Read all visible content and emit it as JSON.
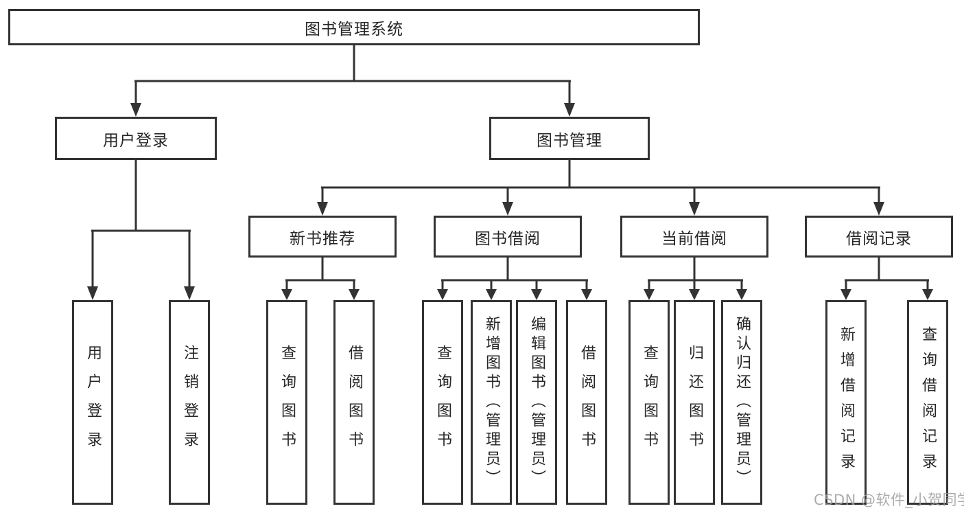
{
  "diagram": {
    "root": "图书管理系统",
    "branches": [
      {
        "label": "用户登录",
        "children": [
          {
            "label": "用户登录"
          },
          {
            "label": "注销登录"
          }
        ]
      },
      {
        "label": "图书管理",
        "children": [
          {
            "label": "新书推荐",
            "children": [
              {
                "label": "查询图书"
              },
              {
                "label": "借阅图书"
              }
            ]
          },
          {
            "label": "图书借阅",
            "children": [
              {
                "label": "查询图书"
              },
              {
                "label": "新增图书（管理员）"
              },
              {
                "label": "编辑图书（管理员）"
              },
              {
                "label": "借阅图书"
              }
            ]
          },
          {
            "label": "当前借阅",
            "children": [
              {
                "label": "查询图书"
              },
              {
                "label": "归还图书"
              },
              {
                "label": "确认归还（管理员）"
              }
            ]
          },
          {
            "label": "借阅记录",
            "children": [
              {
                "label": "新增借阅记录"
              },
              {
                "label": "查询借阅记录"
              }
            ]
          }
        ]
      }
    ]
  },
  "watermark": "CSDN @软件_小贺同学",
  "colors": {
    "line": "#333333",
    "text": "#262626",
    "background": "#ffffff",
    "watermark": "#9e9e9e"
  }
}
